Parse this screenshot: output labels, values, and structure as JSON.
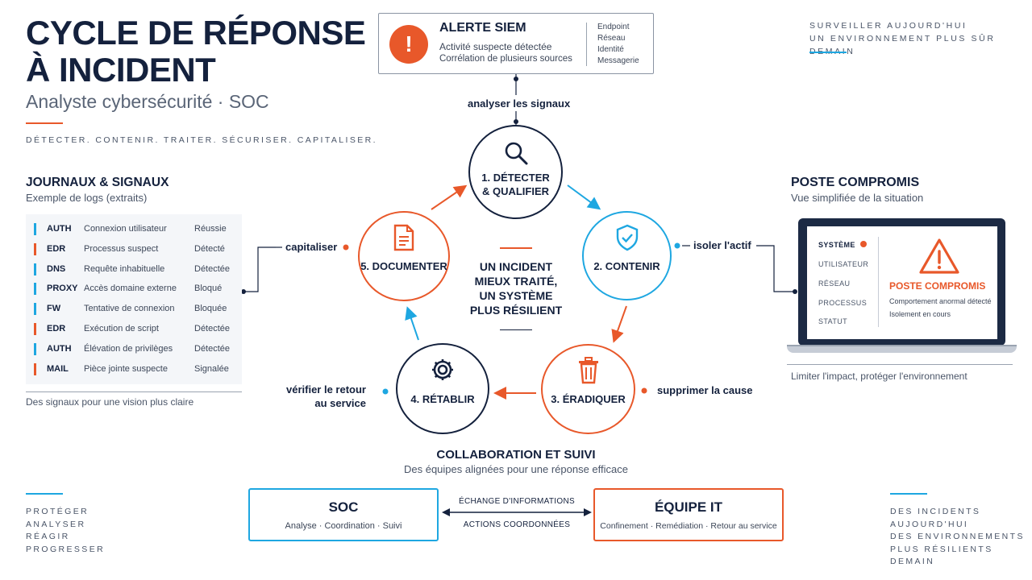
{
  "header": {
    "title": "CYCLE DE RÉPONSE\nÀ INCIDENT",
    "subtitle": "Analyste cybersécurité · SOC",
    "tagline": "DÉTECTER.  CONTENIR.  TRAITER.  SÉCURISER.  CAPITALISER."
  },
  "top_right": {
    "line1": "SURVEILLER AUJOURD'HUI",
    "line2": "UN ENVIRONNEMENT PLUS SÛR DEMAIN"
  },
  "siem": {
    "title": "ALERTE SIEM",
    "line1": "Activité suspecte détectée",
    "line2": "Corrélation de plusieurs sources",
    "tags": [
      "Endpoint",
      "Réseau",
      "Identité",
      "Messagerie"
    ]
  },
  "logs": {
    "title": "JOURNAUX & SIGNAUX",
    "subtitle": "Exemple de logs (extraits)",
    "rows": [
      {
        "source": "AUTH",
        "event": "Connexion utilisateur",
        "status": "Réussie",
        "accent": "#1ea7e1"
      },
      {
        "source": "EDR",
        "event": "Processus suspect",
        "status": "Détecté",
        "accent": "#e8582a"
      },
      {
        "source": "DNS",
        "event": "Requête inhabituelle",
        "status": "Détectée",
        "accent": "#1ea7e1"
      },
      {
        "source": "PROXY",
        "event": "Accès domaine externe",
        "status": "Bloqué",
        "accent": "#1ea7e1"
      },
      {
        "source": "FW",
        "event": "Tentative de connexion",
        "status": "Bloquée",
        "accent": "#1ea7e1"
      },
      {
        "source": "EDR",
        "event": "Exécution de script",
        "status": "Détectée",
        "accent": "#e8582a"
      },
      {
        "source": "AUTH",
        "event": "Élévation de privilèges",
        "status": "Détectée",
        "accent": "#1ea7e1"
      },
      {
        "source": "MAIL",
        "event": "Pièce jointe suspecte",
        "status": "Signalée",
        "accent": "#e8582a"
      }
    ],
    "footer": "Des signaux pour une vision plus claire"
  },
  "poste": {
    "title": "POSTE COMPROMIS",
    "subtitle": "Vue simplifiée de la situation",
    "menu": [
      "SYSTÈME",
      "UTILISATEUR",
      "RÉSEAU",
      "PROCESSUS",
      "STATUT"
    ],
    "alert_title": "POSTE COMPROMIS",
    "alert_line1": "Comportement anormal détecté",
    "alert_line2": "Isolement en cours",
    "footer": "Limiter l'impact, protéger l'environnement"
  },
  "cycle": {
    "steps": [
      {
        "label": "1. DÉTECTER\n& QUALIFIER",
        "icon": "magnifier-icon",
        "accent": "#14213d"
      },
      {
        "label": "2. CONTENIR",
        "icon": "shield-check-icon",
        "accent": "#1ea7e1"
      },
      {
        "label": "3. ÉRADIQUER",
        "icon": "trash-icon",
        "accent": "#e8582a"
      },
      {
        "label": "4. RÉTABLIR",
        "icon": "gear-icon",
        "accent": "#14213d"
      },
      {
        "label": "5. DOCUMENTER",
        "icon": "document-icon",
        "accent": "#e8582a"
      }
    ],
    "links": {
      "analyser": "analyser les signaux",
      "isoler": "isoler l'actif",
      "supprimer": "supprimer la cause",
      "verifier": "vérifier le retour\nau service",
      "capitaliser": "capitaliser"
    },
    "center": "UN INCIDENT\nMIEUX TRAITÉ,\nUN SYSTÈME\nPLUS RÉSILIENT"
  },
  "collab": {
    "title": "COLLABORATION ET SUIVI",
    "subtitle": "Des équipes alignées pour une réponse efficace",
    "soc": {
      "title": "SOC",
      "sub": "Analyse  ·  Coordination  ·  Suivi"
    },
    "it": {
      "title": "ÉQUIPE IT",
      "sub": "Confinement  ·  Remédiation  ·  Retour au service"
    },
    "exchange_top": "ÉCHANGE D'INFORMATIONS",
    "exchange_bottom": "ACTIONS COORDONNÉES"
  },
  "bottom_left": "PROTÉGER\nANALYSER\nRÉAGIR\nPROGRESSER",
  "bottom_right": "DES INCIDENTS\nAUJOURD'HUI\nDES ENVIRONNEMENTS\nPLUS RÉSILIENTS DEMAIN",
  "colors": {
    "navy": "#14213d",
    "orange": "#e8582a",
    "blue": "#1ea7e1"
  }
}
